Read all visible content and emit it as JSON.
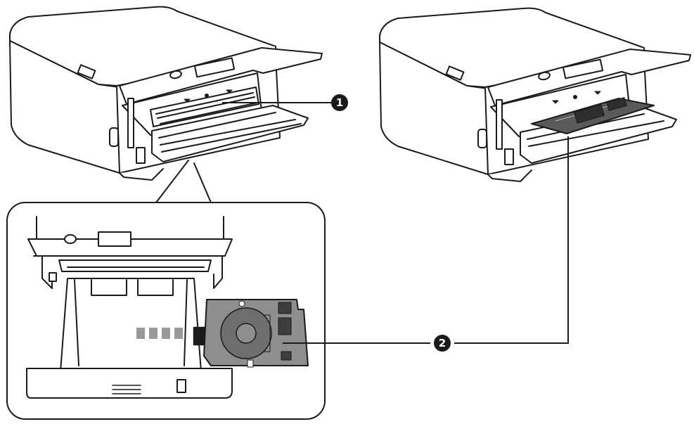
{
  "callouts": [
    {
      "number": "1"
    },
    {
      "number": "2"
    }
  ],
  "colors": {
    "line": "#1a1a1a",
    "tray_fill": "#8e8e8e",
    "tray_dark": "#3d3d3d",
    "paper_marks": "#9a9a9a",
    "white": "#ffffff"
  },
  "icons": [
    "printer-left",
    "printer-right",
    "zoom-detail",
    "insert-arrow",
    "disc-tray"
  ]
}
